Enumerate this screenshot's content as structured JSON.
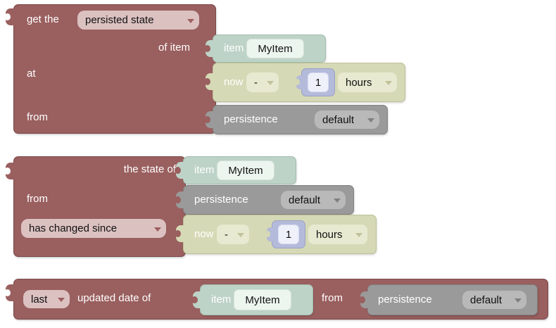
{
  "workspace": {
    "background": "#ffffff"
  },
  "colors": {
    "maroon_block": "#9a5f5f",
    "maroon_dropdown": "#dcc1c1",
    "teal_block": "#bed3c7",
    "teal_field": "#edf5ef",
    "olive_block": "#d6d9b5",
    "olive_dropdown": "#e7e9d1",
    "lavender_block": "#b4bad9",
    "lavender_field": "#eef0fa",
    "gray_block": "#9a9a9a",
    "gray_dropdown": "#b9b9b9"
  },
  "get_persisted_state_block": {
    "prefix_label": "get the",
    "type_dropdown": "persisted state",
    "item_input_label": "of item",
    "at_input_label": "at",
    "from_input_label": "from"
  },
  "state_check_block": {
    "item_input_label": "the state of",
    "from_input_label": "from",
    "check_dropdown": "has changed since"
  },
  "last_updated_block": {
    "which_dropdown": "last",
    "label": "updated date of",
    "from_label": "from"
  },
  "item_block": {
    "label": "item",
    "item_name": "MyItem"
  },
  "datetime_block": {
    "base_label": "now",
    "operator_dropdown": "-",
    "amount_field": "1",
    "unit_dropdown": "hours"
  },
  "persistence_block": {
    "label": "persistence",
    "service_dropdown": "default"
  }
}
